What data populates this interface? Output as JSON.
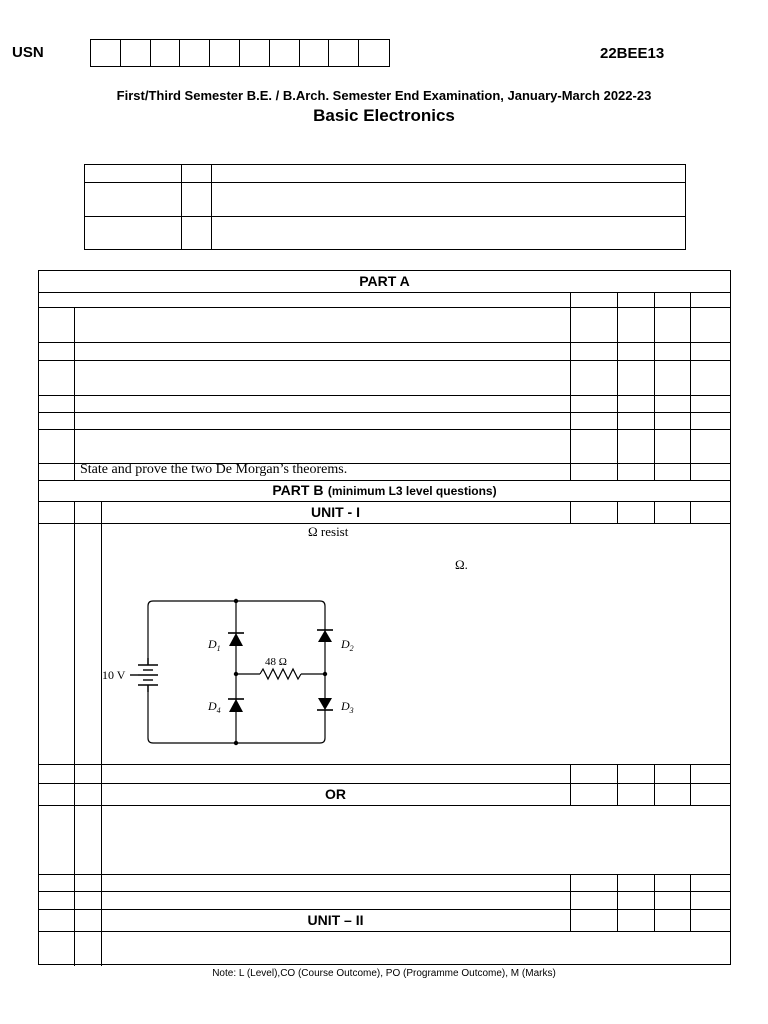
{
  "header": {
    "usn_label": "USN",
    "usn_box_count": 10,
    "course_code": "22BEE13",
    "exam_title": "First/Third Semester B.E. / B.Arch. Semester End Examination, January-March 2022-23",
    "subject": "Basic Electronics"
  },
  "part_a": {
    "title": "PART   A",
    "last_question": "State and prove the two De Morgan’s theorems."
  },
  "part_b": {
    "title": "PART   B",
    "subtitle": "(minimum L3 level questions)",
    "unit1": "UNIT - I",
    "q_fragment1": "Ω resist",
    "q_fragment2": "Ω.",
    "or_label": "OR",
    "unit2": "UNIT – II"
  },
  "circuit": {
    "source_label": "10 V",
    "resistor_label": "48 Ω",
    "d1": "D",
    "d1_sub": "1",
    "d2": "D",
    "d2_sub": "2",
    "d3": "D",
    "d3_sub": "3",
    "d4": "D",
    "d4_sub": "4"
  },
  "footer": {
    "note": "Note: L (Level),CO (Course Outcome), PO (Programme Outcome), M (Marks)"
  }
}
